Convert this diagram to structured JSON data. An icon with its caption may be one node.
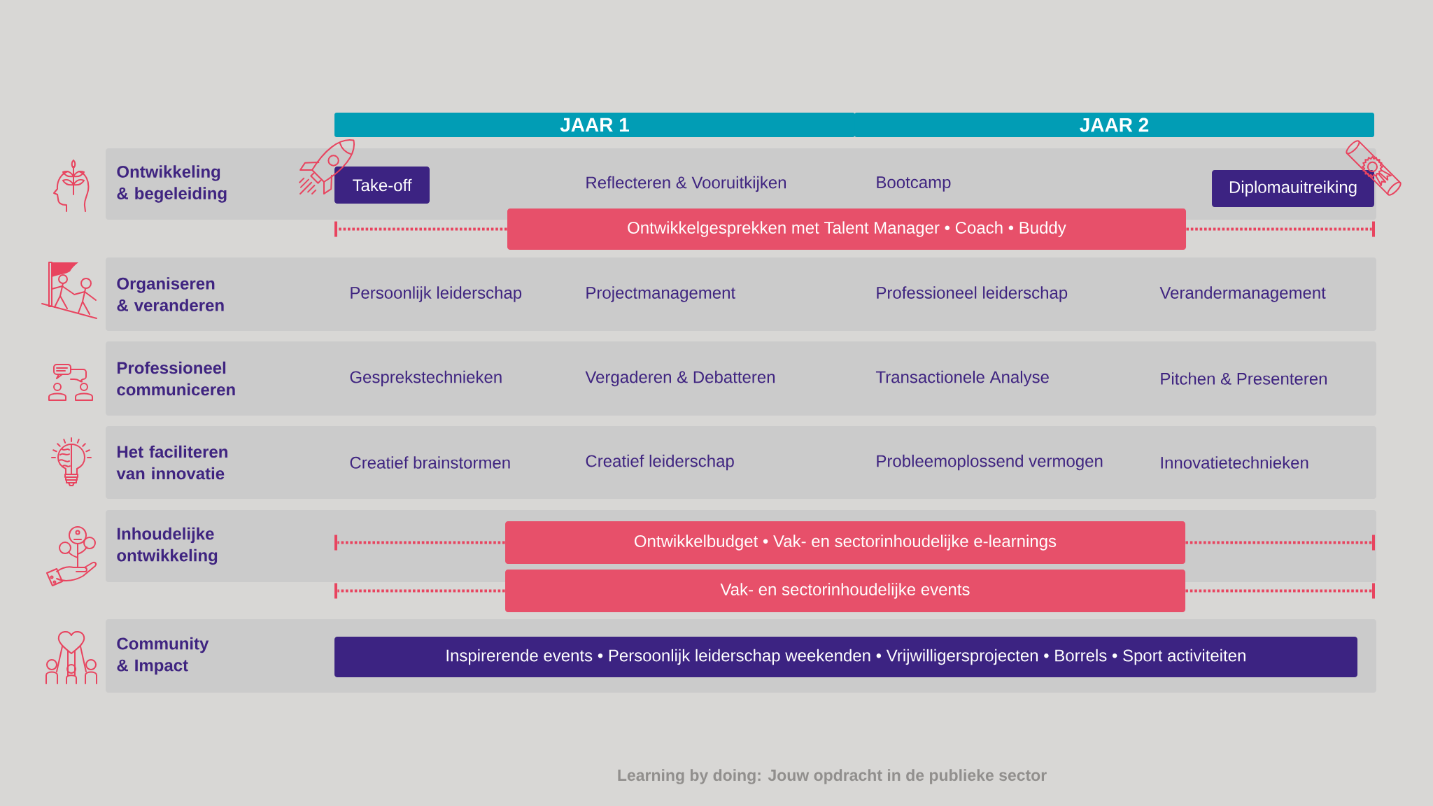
{
  "diagram": {
    "nodes": [
      {
        "text": [
          "JAAR 1"
        ]
      },
      {
        "text": [
          "JAAR 2"
        ]
      },
      {
        "text": [
          "Ontwikkeling & begeleiding",
          "Reflecteren & Vooruitkijken",
          "Bootcamp"
        ]
      },
      {
        "text": [
          "Take-off"
        ],
        "in": 2
      },
      {
        "text": [
          "Diplomauitreiking"
        ],
        "in": 2
      },
      {
        "text": [],
        "shape": "bar"
      },
      {
        "text": [
          "Ontwikkelgesprekken met Talent Manager • Coach • Buddy"
        ]
      },
      {
        "text": [],
        "shape": "bar"
      },
      {
        "text": [
          "Organiseren & veranderen",
          "Persoonlijk leiderschap",
          "Projectmanagement",
          "Professioneel leiderschap",
          "Verandermanagement"
        ]
      },
      {
        "text": [
          "Professioneel communiceren",
          "Gesprekstechnieken",
          "Vergaderen & Debatteren",
          "Transactionele Analyse",
          "Pitchen & Presenteren"
        ]
      },
      {
        "text": [
          "Het faciliteren van innovatie",
          "Creatief brainstormen",
          "Creatief leiderschap",
          "Probleemoplossend vermogen",
          "Innovatietechnieken"
        ]
      },
      {
        "text": [
          "Inhoudelijke ontwikkeling"
        ]
      },
      {
        "text": [],
        "shape": "bar",
        "in": 11
      },
      {
        "text": [
          "Ontwikkelbudget • Vak- en sectorinhoudelijke e-learnings"
        ],
        "in": 11
      },
      {
        "text": [],
        "shape": "bar",
        "in": 11
      },
      {
        "text": [],
        "shape": "bar"
      },
      {
        "text": [
          "Vak- en sectorinhoudelijke events"
        ]
      },
      {
        "text": [],
        "shape": "bar"
      },
      {
        "text": [
          "Community & Impact"
        ]
      },
      {
        "text": [
          "Inspirerende events • Persoonlijk leiderschap weekenden • Vrijwilligersprojecten • Borrels • Sport activiteiten"
        ],
        "in": 18
      }
    ],
    "edges": [
      {
        "from": 6,
        "to": 5,
        "arrow": "none",
        "style": "dashed"
      },
      {
        "from": 6,
        "to": 7,
        "arrow": "none",
        "style": "dashed"
      },
      {
        "from": 13,
        "to": 12,
        "arrow": "none",
        "style": "dashed"
      },
      {
        "from": 13,
        "to": 14,
        "arrow": "none",
        "style": "dashed"
      },
      {
        "from": 16,
        "to": 15,
        "arrow": "none",
        "style": "dashed"
      },
      {
        "from": 16,
        "to": 17,
        "arrow": "none",
        "style": "dashed"
      }
    ],
    "labels": [
      "Learning by doing: Jouw opdracht in de publieke sector"
    ]
  }
}
